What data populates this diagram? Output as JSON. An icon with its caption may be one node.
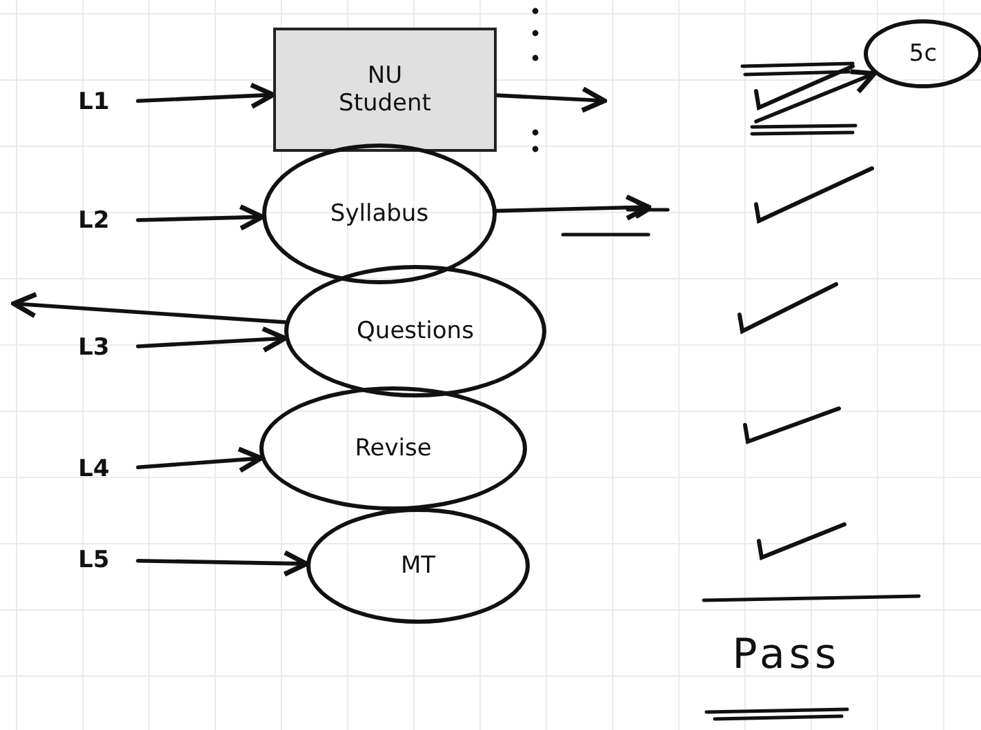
{
  "diagram": {
    "nodes": [
      {
        "text": [
          "L1"
        ]
      },
      {
        "text": [
          "L2"
        ]
      },
      {
        "text": [
          "L3"
        ]
      },
      {
        "text": [
          "L4"
        ]
      },
      {
        "text": [
          "L5"
        ]
      },
      {
        "text": [
          "NU",
          "Student"
        ]
      },
      {
        "text": [
          "Syllabus"
        ]
      },
      {
        "text": [
          "Questions"
        ]
      },
      {
        "text": [
          "Revise"
        ]
      },
      {
        "text": [
          "MT"
        ]
      },
      {
        "text": [
          "5c"
        ]
      },
      {
        "text": [
          "Pass"
        ]
      }
    ],
    "edges": [
      {
        "from": 0,
        "to": 5,
        "arrow": "to"
      },
      {
        "from": 1,
        "to": 6,
        "arrow": "to"
      },
      {
        "from": 2,
        "to": 7,
        "arrow": "to"
      },
      {
        "from": 3,
        "to": 8,
        "arrow": "to"
      },
      {
        "from": 4,
        "to": 9,
        "arrow": "to"
      },
      {
        "from": 5,
        "to": null,
        "arrow": "to"
      },
      {
        "from": 6,
        "to": null,
        "arrow": "to"
      },
      {
        "from": 7,
        "to": null,
        "arrow": "to"
      },
      {
        "from": null,
        "to": 10,
        "arrow": "to"
      }
    ]
  }
}
